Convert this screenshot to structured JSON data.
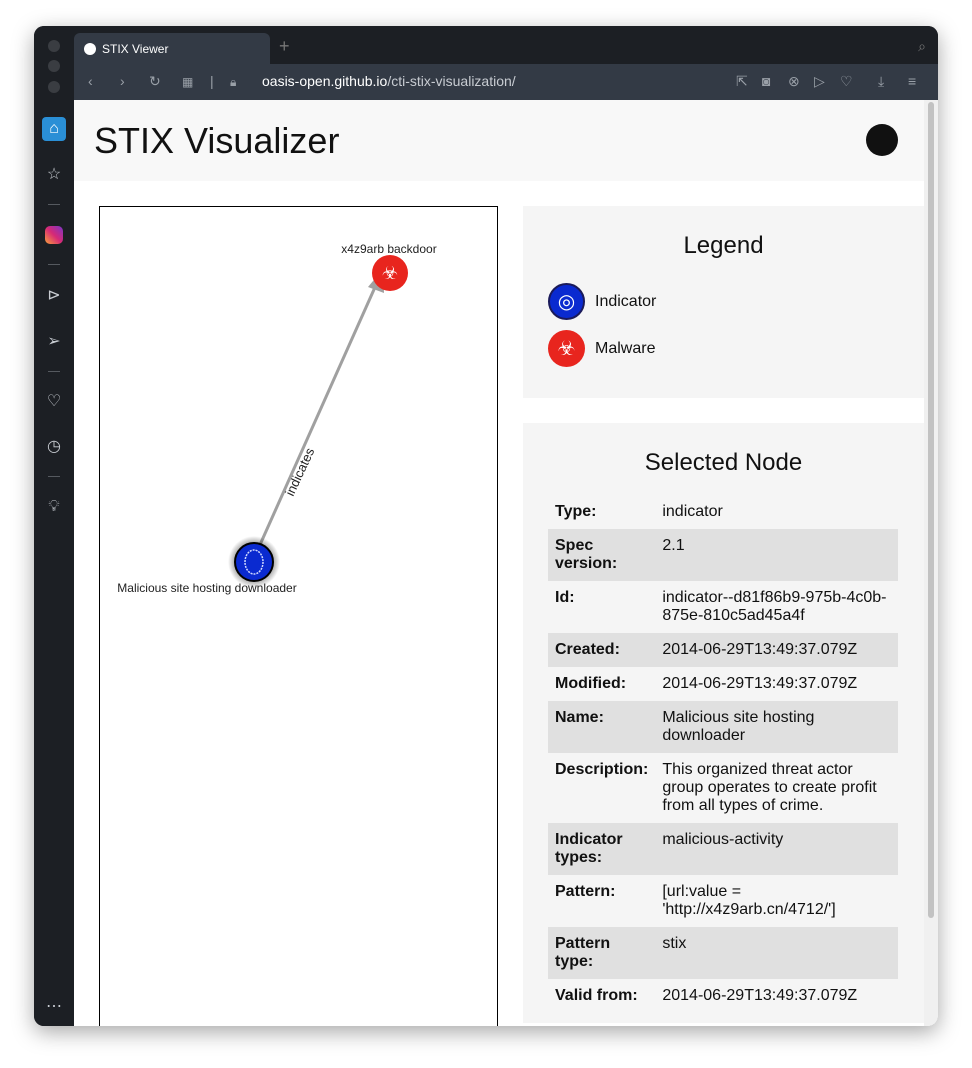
{
  "browser": {
    "tab_title": "STIX Viewer",
    "url_host": "oasis-open.github.io",
    "url_path": "/cti-stix-visualization/"
  },
  "page": {
    "title": "STIX Visualizer"
  },
  "graph": {
    "nodes": [
      {
        "label": "x4z9arb backdoor",
        "type": "malware"
      },
      {
        "label": "Malicious site hosting downloader",
        "type": "indicator"
      }
    ],
    "edge": {
      "label": "indicates"
    }
  },
  "legend": {
    "title": "Legend",
    "items": [
      {
        "label": "Indicator",
        "color": "#0a2ad0"
      },
      {
        "label": "Malware",
        "color": "#e8251e"
      }
    ]
  },
  "selected": {
    "title": "Selected Node",
    "rows": [
      {
        "k": "Type:",
        "v": "indicator"
      },
      {
        "k": "Spec version:",
        "v": "2.1"
      },
      {
        "k": "Id:",
        "v": "indicator--d81f86b9-975b-4c0b-875e-810c5ad45a4f"
      },
      {
        "k": "Created:",
        "v": "2014-06-29T13:49:37.079Z"
      },
      {
        "k": "Modified:",
        "v": "2014-06-29T13:49:37.079Z"
      },
      {
        "k": "Name:",
        "v": "Malicious site hosting downloader"
      },
      {
        "k": "Description:",
        "v": "This organized threat actor group operates to create profit from all types of crime."
      },
      {
        "k": "Indicator types:",
        "v": "malicious-activity"
      },
      {
        "k": "Pattern:",
        "v": "[url:value = 'http://x4z9arb.cn/4712/']"
      },
      {
        "k": "Pattern type:",
        "v": "stix"
      },
      {
        "k": "Valid from:",
        "v": "2014-06-29T13:49:37.079Z"
      }
    ]
  }
}
